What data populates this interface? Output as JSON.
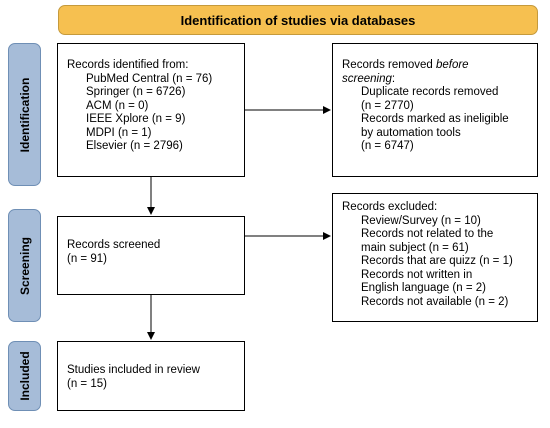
{
  "header": {
    "title": "Identification of studies via databases"
  },
  "phases": {
    "identification": "Identification",
    "screening": "Screening",
    "included": "Included"
  },
  "records_identified": {
    "heading": "Records identified from:",
    "sources": [
      "PubMed Central (n = 76)",
      "Springer (n = 6726)",
      "ACM (n = 0)",
      "IEEE Xplore (n = 9)",
      "MDPI (n = 1)",
      "Elsevier (n = 2796)"
    ]
  },
  "records_removed": {
    "heading_prefix": "Records removed ",
    "heading_em": "before",
    "heading_suffix_em": "screening",
    "heading_suffix": ":",
    "items": [
      "Duplicate records removed",
      "(n = 2770)",
      "Records marked as ineligible",
      "by automation tools",
      "(n = 6747)"
    ]
  },
  "records_screened": {
    "label": "Records screened",
    "count": "(n = 91)"
  },
  "records_excluded": {
    "heading": "Records excluded:",
    "items": [
      "Review/Survey (n = 10)",
      "Records not related to the",
      "main subject (n = 61)",
      "Records that are quizz (n = 1)",
      "Records not written in",
      "English language (n = 2)",
      "Records not available (n = 2)"
    ]
  },
  "studies_included": {
    "label": "Studies included in review",
    "count": "(n = 15)"
  },
  "colors": {
    "header_fill": "#f6c050",
    "phase_fill": "#a6bcd8"
  }
}
